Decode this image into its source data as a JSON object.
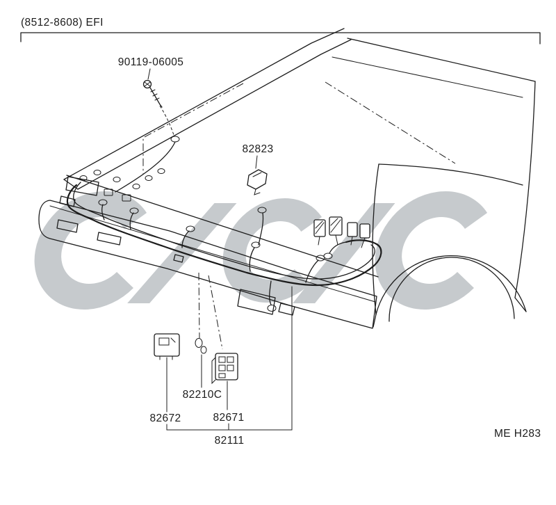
{
  "diagram": {
    "header_label": "(8512-8608) EFI",
    "drawing_code": "ME H283",
    "parts": [
      {
        "number": "90119-06005",
        "name": "mounting-bolt",
        "icon": "bolt-icon"
      },
      {
        "number": "82823",
        "name": "connector-sensor",
        "icon": "connector-block-icon"
      },
      {
        "number": "82210C",
        "name": "grommet",
        "icon": "grommet-ring-icon"
      },
      {
        "number": "82672",
        "name": "relay-block",
        "icon": "relay-box-icon"
      },
      {
        "number": "82671",
        "name": "junction-block",
        "icon": "junction-box-icon"
      },
      {
        "number": "82111",
        "name": "engine-wiring-harness",
        "icon": "harness-icon"
      }
    ],
    "colors": {
      "line": "#1c1c1c",
      "watermark": "#c6cacd",
      "background": "#ffffff"
    }
  }
}
